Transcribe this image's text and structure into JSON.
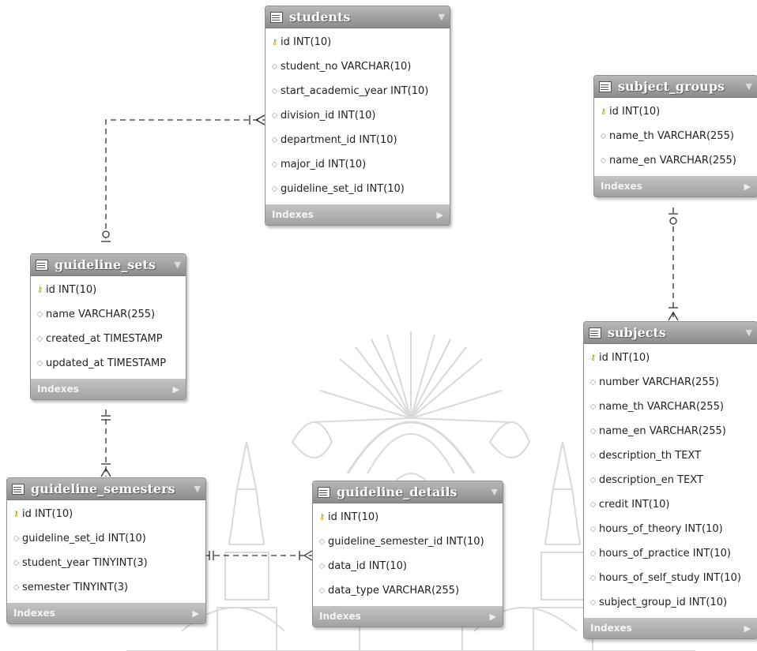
{
  "tables": {
    "students": {
      "name": "students",
      "footer": "Indexes",
      "columns": [
        {
          "key": "pk",
          "text": "id INT(10)"
        },
        {
          "key": "fk",
          "text": "student_no VARCHAR(10)"
        },
        {
          "key": "fk",
          "text": "start_academic_year INT(10)"
        },
        {
          "key": "fk",
          "text": "division_id INT(10)"
        },
        {
          "key": "fk",
          "text": "department_id INT(10)"
        },
        {
          "key": "fk",
          "text": "major_id INT(10)"
        },
        {
          "key": "fk",
          "text": "guideline_set_id INT(10)"
        }
      ]
    },
    "subject_groups": {
      "name": "subject_groups",
      "footer": "Indexes",
      "columns": [
        {
          "key": "pk",
          "text": "id INT(10)"
        },
        {
          "key": "fk",
          "text": "name_th VARCHAR(255)"
        },
        {
          "key": "fk",
          "text": "name_en VARCHAR(255)"
        }
      ]
    },
    "guideline_sets": {
      "name": "guideline_sets",
      "footer": "Indexes",
      "columns": [
        {
          "key": "pk",
          "text": "id INT(10)"
        },
        {
          "key": "fk",
          "text": "name VARCHAR(255)"
        },
        {
          "key": "fk",
          "text": "created_at TIMESTAMP"
        },
        {
          "key": "fk",
          "text": "updated_at TIMESTAMP"
        }
      ]
    },
    "subjects": {
      "name": "subjects",
      "footer": "Indexes",
      "columns": [
        {
          "key": "pk",
          "text": "id INT(10)"
        },
        {
          "key": "fk",
          "text": "number VARCHAR(255)"
        },
        {
          "key": "fk",
          "text": "name_th VARCHAR(255)"
        },
        {
          "key": "fk",
          "text": "name_en VARCHAR(255)"
        },
        {
          "key": "fk",
          "text": "description_th TEXT"
        },
        {
          "key": "fk",
          "text": "description_en TEXT"
        },
        {
          "key": "fk",
          "text": "credit INT(10)"
        },
        {
          "key": "fk",
          "text": "hours_of_theory INT(10)"
        },
        {
          "key": "fk",
          "text": "hours_of_practice INT(10)"
        },
        {
          "key": "fk",
          "text": "hours_of_self_study INT(10)"
        },
        {
          "key": "fk",
          "text": "subject_group_id INT(10)"
        }
      ]
    },
    "guideline_semesters": {
      "name": "guideline_semesters",
      "footer": "Indexes",
      "columns": [
        {
          "key": "pk",
          "text": "id INT(10)"
        },
        {
          "key": "fk",
          "text": "guideline_set_id INT(10)"
        },
        {
          "key": "fk",
          "text": "student_year TINYINT(3)"
        },
        {
          "key": "fk",
          "text": "semester TINYINT(3)"
        }
      ]
    },
    "guideline_details": {
      "name": "guideline_details",
      "footer": "Indexes",
      "columns": [
        {
          "key": "pk",
          "text": "id INT(10)"
        },
        {
          "key": "fk",
          "text": "guideline_semester_id INT(10)"
        },
        {
          "key": "fk",
          "text": "data_id INT(10)"
        },
        {
          "key": "fk",
          "text": "data_type VARCHAR(255)"
        }
      ]
    }
  },
  "icons": {
    "primary_key": "key-icon",
    "column": "diamond-icon",
    "table": "table-icon"
  },
  "colors": {
    "header": "#9a9a9a",
    "footer": "#b4b4b4",
    "connector": "#333333",
    "watermark": "#d9d9d9"
  }
}
